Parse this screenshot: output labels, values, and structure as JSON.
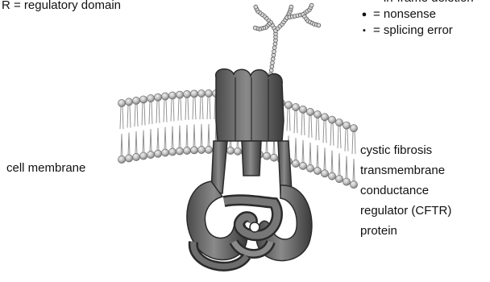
{
  "title_label": "R = regulatory domain",
  "legend": [
    {
      "symbol": "▪",
      "text": "= in-frame deletion"
    },
    {
      "symbol": "●",
      "text": "= nonsense"
    },
    {
      "symbol": "▪",
      "text": "= splicing error"
    }
  ],
  "membrane_label": "cell membrane",
  "protein_label_lines": [
    "cystic fibrosis",
    "transmembrane",
    "conductance",
    "regulator (CFTR)",
    "protein"
  ]
}
